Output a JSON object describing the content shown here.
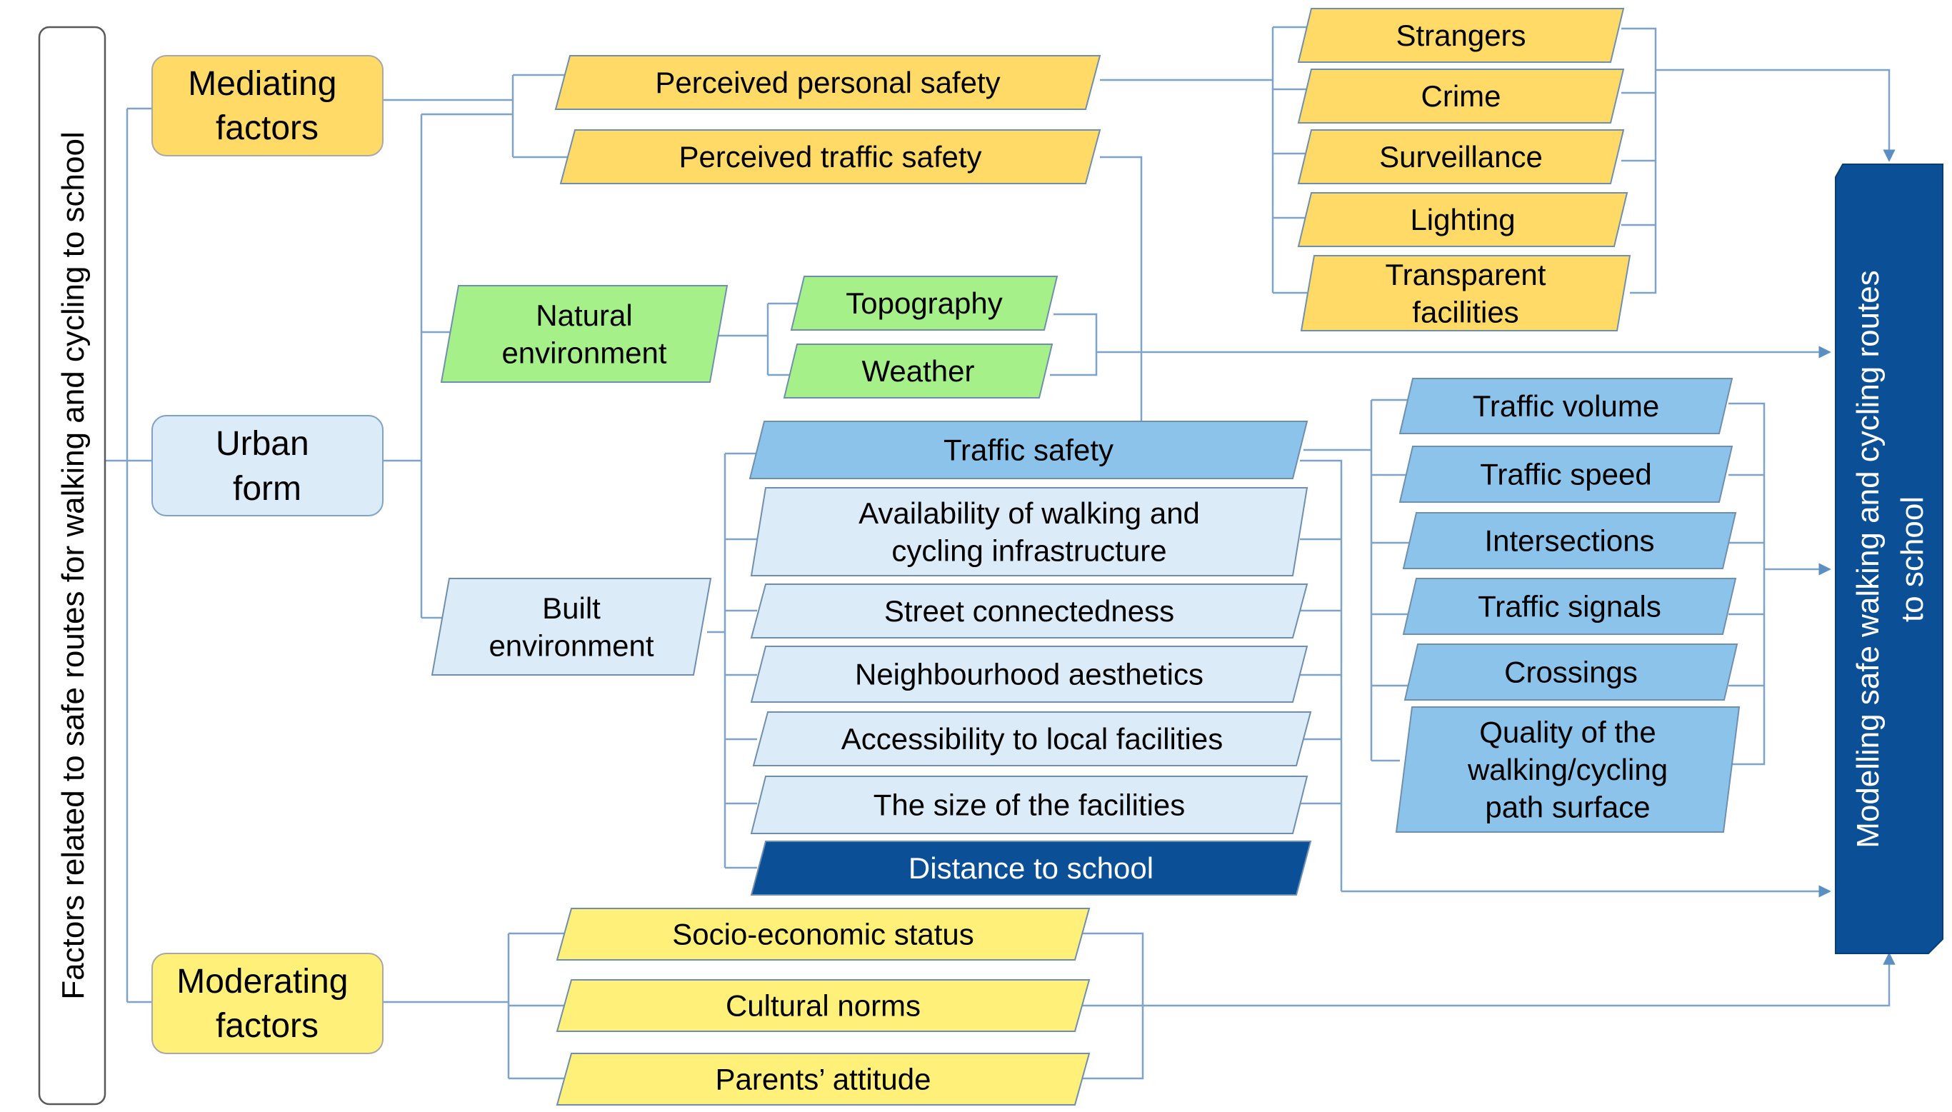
{
  "left_label": "Factors related to safe routes for walking and cycling to school",
  "right_label": [
    "Modelling safe walking and cycling routes",
    "to school"
  ],
  "categories": {
    "mediating": [
      "Mediating",
      "factors"
    ],
    "urban": [
      "Urban",
      "form"
    ],
    "moderating": [
      "Moderating",
      "factors"
    ]
  },
  "perceived": {
    "personal": "Perceived personal safety",
    "traffic": "Perceived traffic safety"
  },
  "personal_factors": {
    "strangers": [
      "Strangers"
    ],
    "crime": [
      "Crime"
    ],
    "surveillance": [
      "Surveillance"
    ],
    "lighting": [
      "Lighting"
    ],
    "transparent": [
      "Transparent",
      "facilities"
    ]
  },
  "natural": {
    "label": [
      "Natural",
      "environment"
    ],
    "topography": "Topography",
    "weather": "Weather"
  },
  "built": {
    "label": [
      "Built",
      "environment"
    ],
    "traffic_safety": [
      "Traffic safety"
    ],
    "availability": [
      "Availability of walking  and",
      "cycling infrastructure"
    ],
    "street": [
      "Street connectedness"
    ],
    "aesthetics": [
      "Neighbourhood  aesthetics"
    ],
    "accessibility": [
      "Accessibility to local facilities"
    ],
    "size": [
      "The  size of the facilities"
    ],
    "distance": [
      "Distance to school"
    ]
  },
  "traffic_factors": {
    "volume": [
      "Traffic volume"
    ],
    "speed": [
      "Traffic speed"
    ],
    "intersections": [
      "Intersections"
    ],
    "signals": [
      "Traffic signals"
    ],
    "crossings": [
      "Crossings"
    ],
    "quality": [
      "Quality of the",
      "walking/cycling",
      "path surface"
    ]
  },
  "moderating_factors": {
    "ses": "Socio-economic status",
    "cultural": "Cultural  norms",
    "parents": "Parents’ attitude"
  },
  "colors": {
    "orange_fill": "#FFDA66",
    "yellow_fill": "#FFF07A",
    "green_fill": "#A6F08A",
    "light_blue_fill": "#DCEBF8",
    "mid_blue_fill": "#8CC3EB",
    "dark_blue_fill": "#0B4F96",
    "line": "#7FA3C8",
    "border": "#595959"
  }
}
